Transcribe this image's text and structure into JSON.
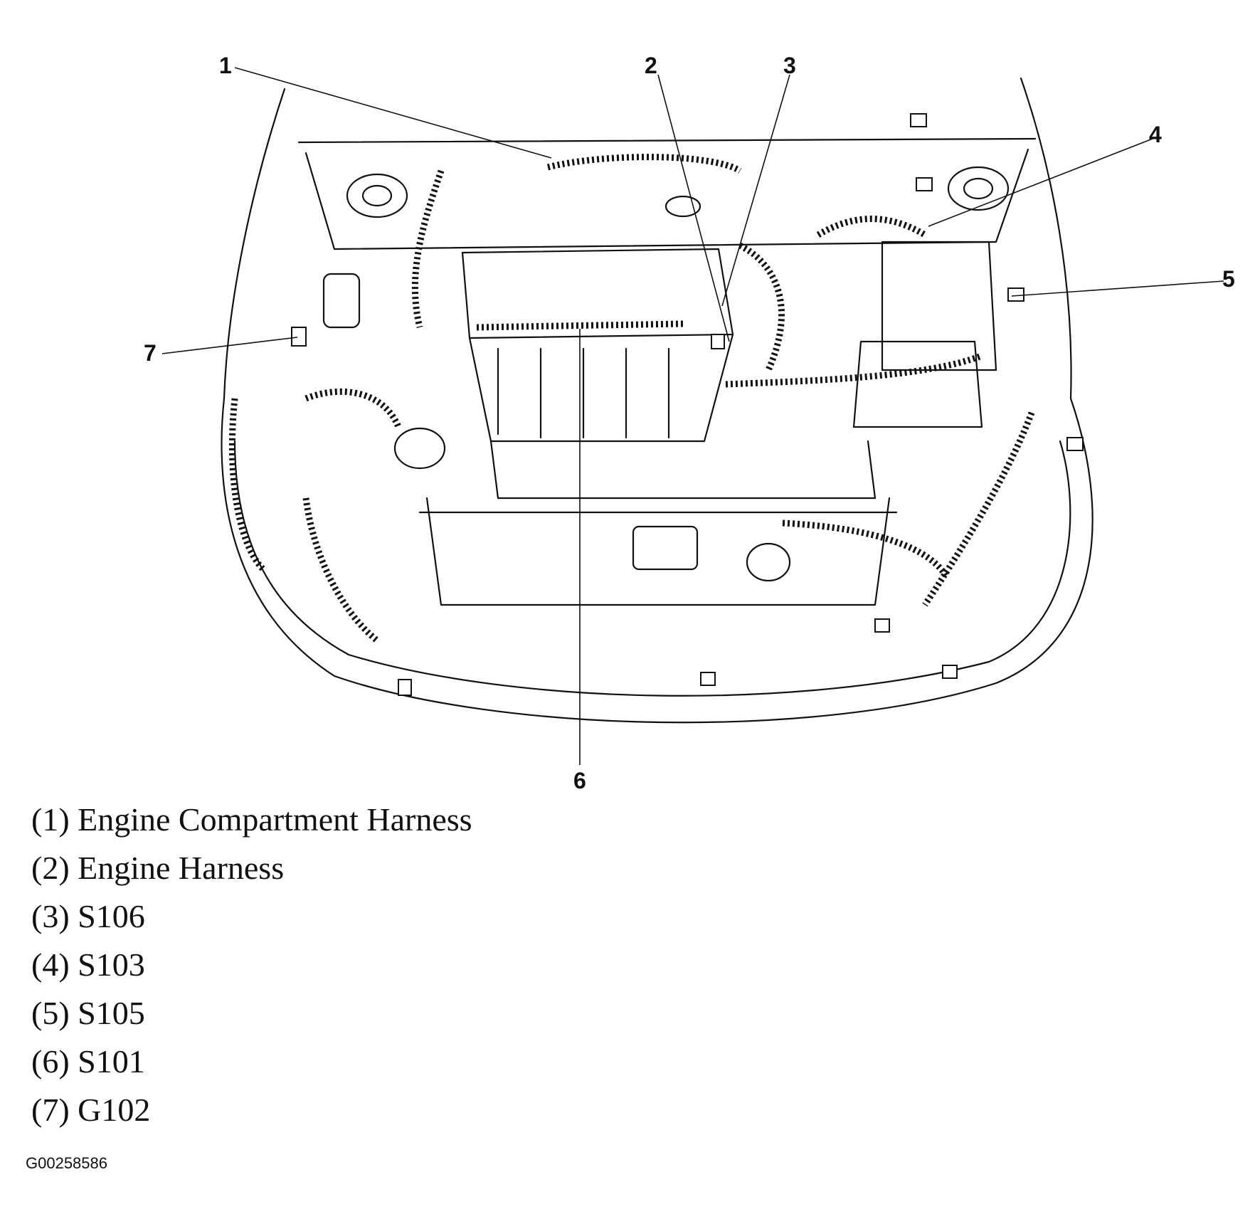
{
  "callouts": [
    "1",
    "2",
    "3",
    "4",
    "5",
    "6",
    "7"
  ],
  "legend": [
    {
      "number": "(1)",
      "label": "Engine Compartment Harness"
    },
    {
      "number": "(2)",
      "label": "Engine Harness"
    },
    {
      "number": "(3)",
      "label": "S106"
    },
    {
      "number": "(4)",
      "label": "S103"
    },
    {
      "number": "(5)",
      "label": "S105"
    },
    {
      "number": "(6)",
      "label": "S101"
    },
    {
      "number": "(7)",
      "label": "G102"
    }
  ],
  "figure_id": "G00258586"
}
